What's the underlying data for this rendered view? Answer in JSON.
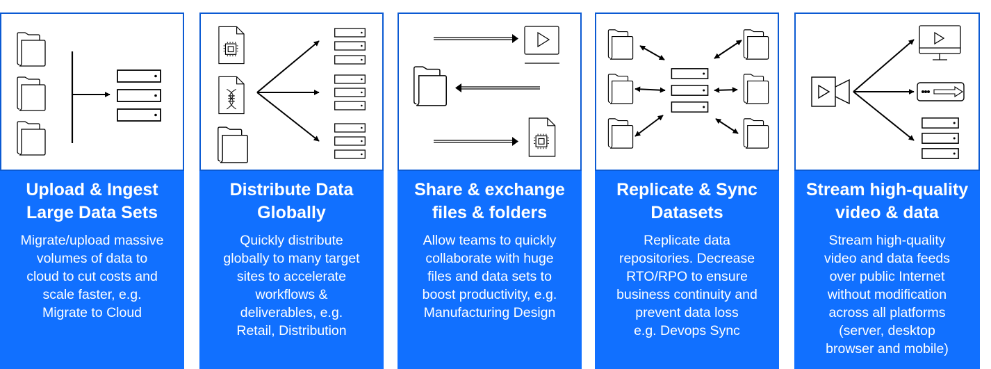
{
  "panels": [
    {
      "title_lines": [
        "Upload & Ingest",
        "Large Data Sets"
      ],
      "body_lines": [
        "Migrate/upload massive",
        "volumes of data to",
        "cloud to cut costs and",
        "scale faster, e.g.",
        "Migrate to Cloud"
      ]
    },
    {
      "title_lines": [
        "Distribute Data",
        "Globally"
      ],
      "body_lines": [
        "Quickly distribute",
        "globally to many target",
        "sites to accelerate",
        "workflows &",
        "deliverables, e.g.",
        "Retail, Distribution"
      ]
    },
    {
      "title_lines": [
        "Share & exchange",
        "files & folders"
      ],
      "body_lines": [
        "Allow teams to quickly",
        "collaborate with huge",
        "files and data sets to",
        "boost productivity, e.g.",
        "Manufacturing  Design"
      ]
    },
    {
      "title_lines": [
        "Replicate & Sync",
        "Datasets"
      ],
      "body_lines": [
        "Replicate data",
        "repositories. Decrease",
        "RTO/RPO to ensure",
        "business continuity and",
        "prevent data loss",
        "e.g. Devops Sync"
      ]
    },
    {
      "title_lines": [
        "Stream high-quality",
        "video & data"
      ],
      "body_lines": [
        "Stream high-quality",
        "video and data feeds",
        "over public Internet",
        "without modification",
        "across all platforms",
        "(server, desktop",
        "browser and mobile)"
      ]
    }
  ],
  "colors": {
    "card_blue": "#1170ff",
    "border_blue": "#0b5ad3"
  }
}
